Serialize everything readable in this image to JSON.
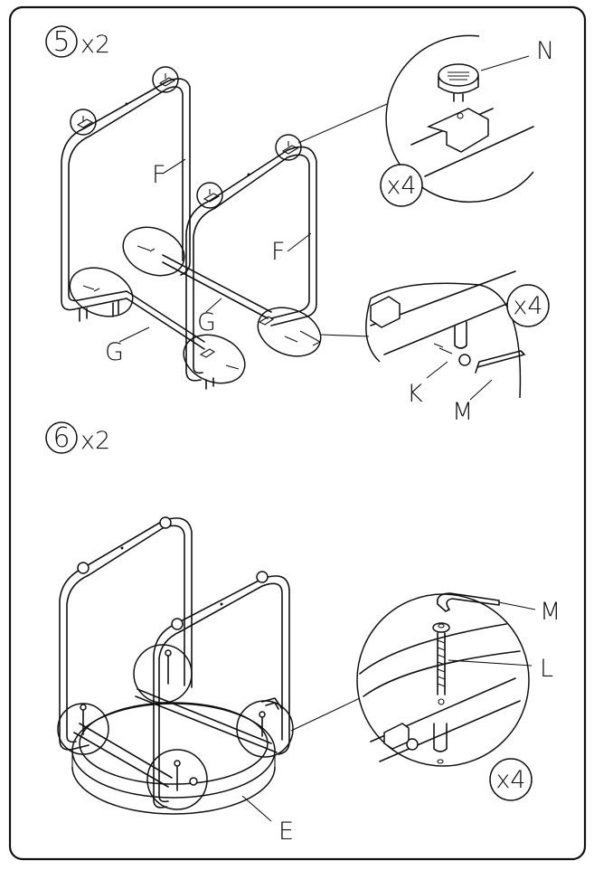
{
  "steps": [
    {
      "number": "5",
      "quantity": "x2"
    },
    {
      "number": "6",
      "quantity": "x2"
    }
  ],
  "labels": {
    "frame_left": "F",
    "frame_right": "F",
    "rail_front": "G",
    "rail_back": "G",
    "foot": "N",
    "bolt_short": "K",
    "allen_key_top": "M",
    "allen_key_bottom": "M",
    "bolt_long": "L",
    "seat": "E"
  },
  "callouts": {
    "foot_count": "x4",
    "bolt_short_count": "x4",
    "bolt_long_count": "x4"
  }
}
